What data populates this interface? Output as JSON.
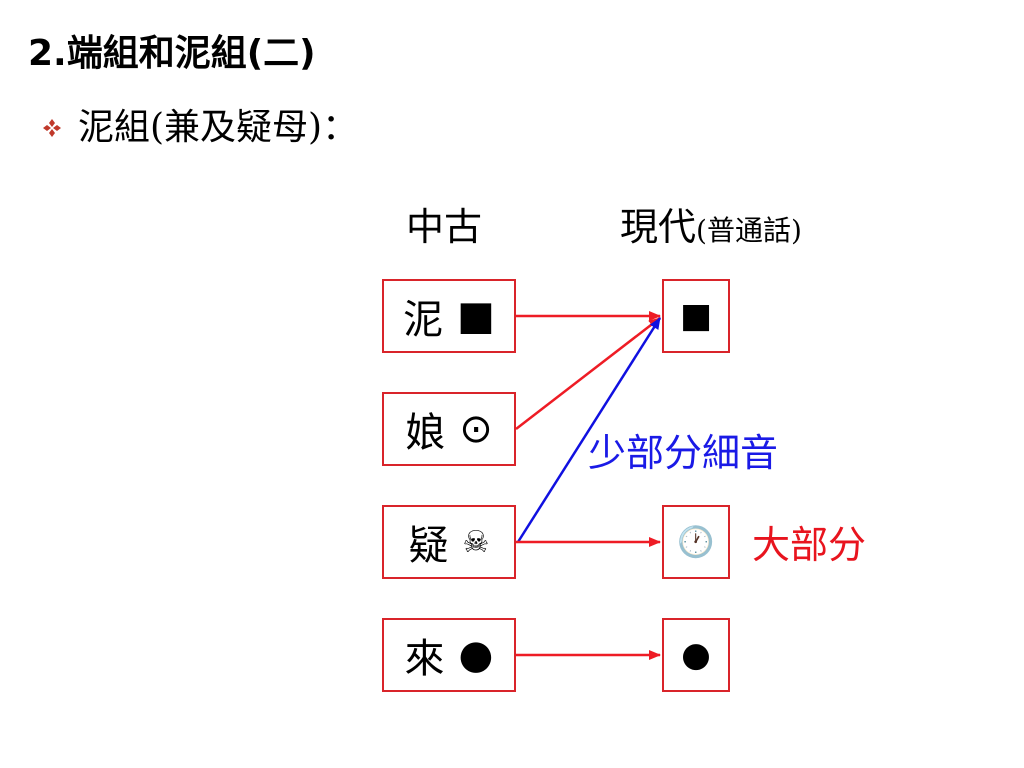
{
  "title": "2.端組和泥組(二)",
  "subtitle": "泥組(兼及疑母)：",
  "columns": {
    "left": "中古",
    "right_main": "現代",
    "right_paren": "(普通話)"
  },
  "left_boxes": [
    {
      "char": "泥",
      "symbol": "■"
    },
    {
      "char": "娘",
      "symbol": "⊙"
    },
    {
      "char": "疑",
      "symbol": "☠"
    },
    {
      "char": "來",
      "symbol": "●"
    }
  ],
  "right_boxes": [
    {
      "symbol": "■"
    },
    {
      "symbol": "🕐"
    },
    {
      "symbol": "●"
    }
  ],
  "labels": {
    "minority": "少部分細音",
    "majority": "大部分"
  },
  "colors": {
    "box_border": "#d9242a",
    "red_arrow": "#ee1c25",
    "blue_arrow": "#1010e0",
    "blue_text": "#1a1ae6",
    "red_text": "#e8141e",
    "bullet": "#c0392b"
  }
}
